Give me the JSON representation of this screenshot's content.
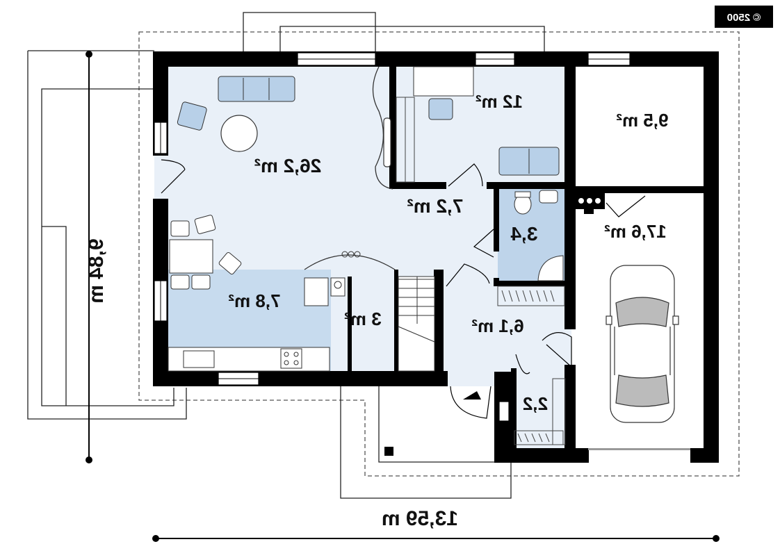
{
  "badge": {
    "text": "© 2500"
  },
  "rooms": [
    {
      "id": "living",
      "area": "26,2 m²"
    },
    {
      "id": "room-12",
      "area": "12 m²"
    },
    {
      "id": "garage-storage",
      "area": "9,5 m²"
    },
    {
      "id": "hall",
      "area": "7,2 m²"
    },
    {
      "id": "bathroom",
      "area": "3,4"
    },
    {
      "id": "garage",
      "area": "17,6 m²"
    },
    {
      "id": "kitchen",
      "area": "7,8 m²"
    },
    {
      "id": "pantry",
      "area": "3 m²"
    },
    {
      "id": "vestibule",
      "area": "6,1 m²"
    },
    {
      "id": "wardrobe",
      "area": "2,2"
    }
  ],
  "dimensions": {
    "width": "13,59 m",
    "depth": "9,84 m"
  },
  "colors": {
    "wall": "#000000",
    "floor": "#e9f0f8",
    "kitchen_floor": "#c7dbee",
    "bath_floor": "#bed4ea",
    "furniture": "#b8d0e8",
    "badge_bg": "#000000"
  }
}
